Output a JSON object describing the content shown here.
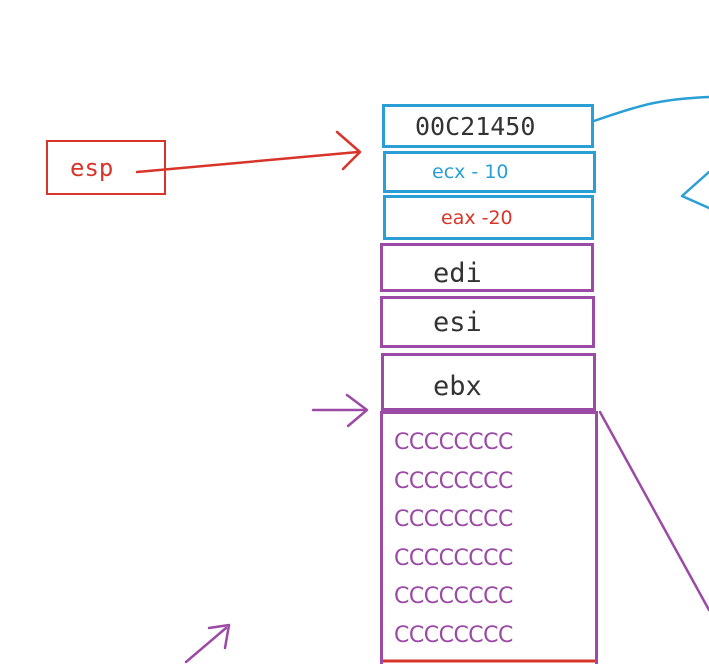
{
  "labels": {
    "esp": "esp"
  },
  "stack": {
    "address": "00C21450",
    "ecx": "ecx - 10",
    "eax": "eax -20",
    "edi": "edi",
    "esi": "esi",
    "ebx": "ebx",
    "fill_rows": [
      "CCCCCCCC",
      "CCCCCCCC",
      "CCCCCCCC",
      "CCCCCCCC",
      "CCCCCCCC",
      "CCCCCCCC"
    ]
  },
  "colors": {
    "red": "#d8352a",
    "blue": "#2a9fd6",
    "purple": "#9b4aa6",
    "text": "#333333"
  }
}
